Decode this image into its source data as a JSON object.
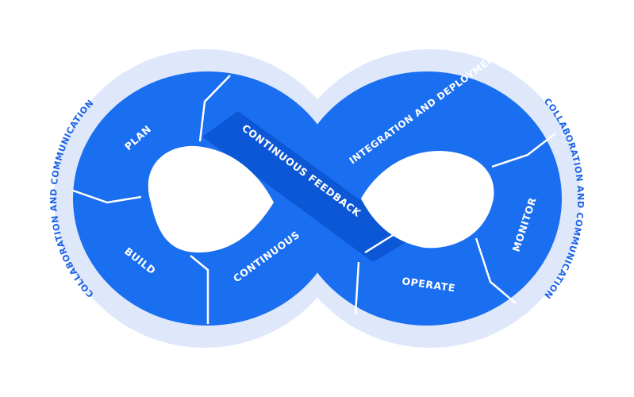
{
  "colors": {
    "background": "#ffffff",
    "outer_ring": "#dfe8fb",
    "segment": "#1a6ef0",
    "segment_dark": "#0c57d6",
    "divider": "#ffffff",
    "ring_text": "#1a63e6"
  },
  "ring": {
    "left_label": "COLLABORATION AND COMMUNICATION",
    "right_label": "COLLABORATION AND COMMUNICATION"
  },
  "segments": {
    "plan": "PLAN",
    "build": "BUILD",
    "continuous": "CONTINUOUS",
    "continuous_feedback": "CONTINUOUS FEEDBACK",
    "integration_deployment": "INTEGRATION AND DEPLOYMENT",
    "monitor": "MONITOR",
    "operate": "OPERATE"
  }
}
